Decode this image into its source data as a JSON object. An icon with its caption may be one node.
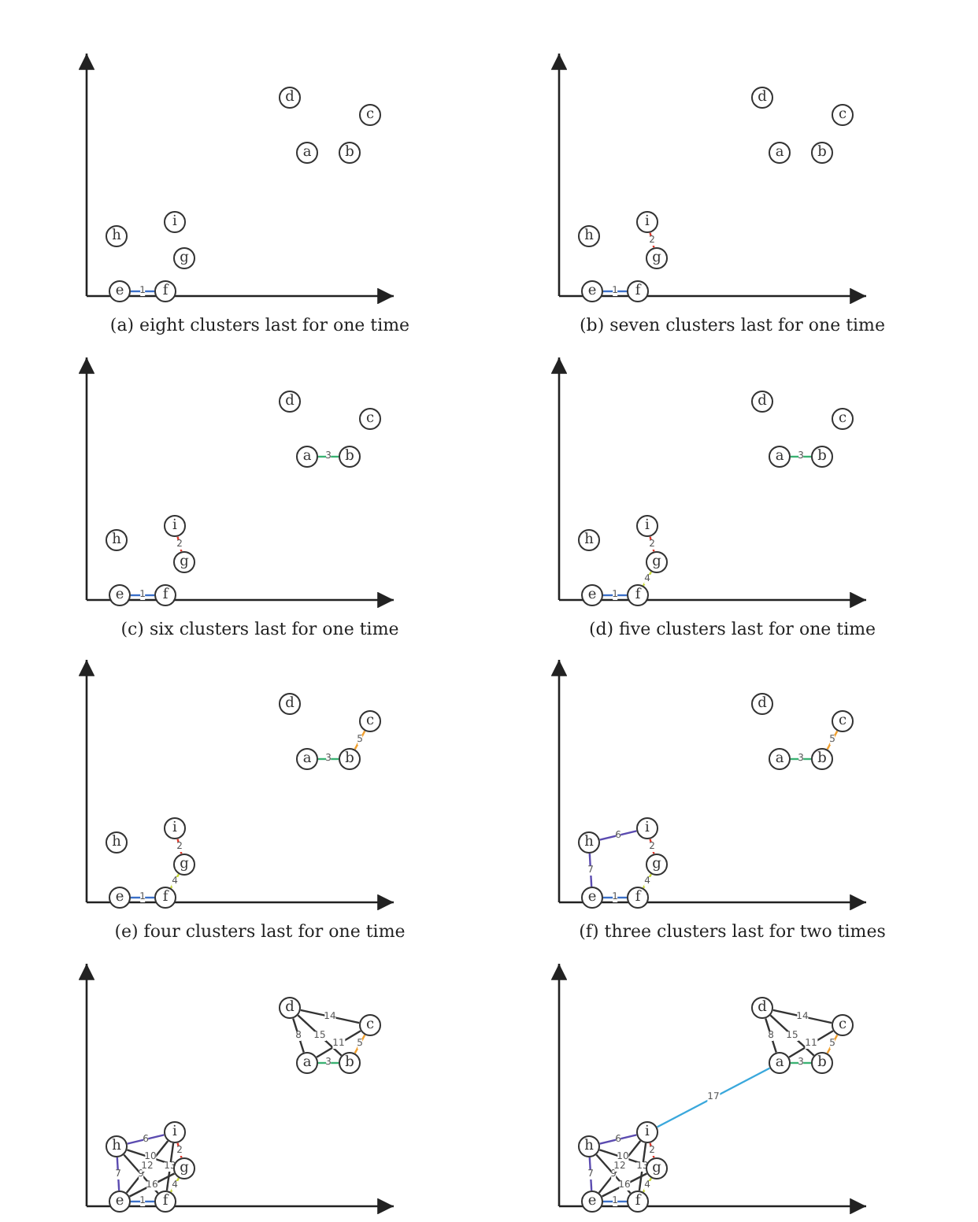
{
  "diagram": {
    "nodes": [
      {
        "text": [
          "d"
        ]
      },
      {
        "text": [
          "c"
        ]
      },
      {
        "text": [
          "a"
        ]
      },
      {
        "text": [
          "b"
        ]
      },
      {
        "text": [
          "i"
        ]
      },
      {
        "text": [
          "h"
        ]
      },
      {
        "text": [
          "g"
        ]
      },
      {
        "text": [
          "e"
        ]
      },
      {
        "text": [
          "f"
        ]
      },
      {
        "text": [
          "d"
        ]
      },
      {
        "text": [
          "c"
        ]
      },
      {
        "text": [
          "a"
        ]
      },
      {
        "text": [
          "b"
        ]
      },
      {
        "text": [
          "i"
        ]
      },
      {
        "text": [
          "h"
        ]
      },
      {
        "text": [
          "g"
        ]
      },
      {
        "text": [
          "e"
        ]
      },
      {
        "text": [
          "f"
        ]
      },
      {
        "text": [
          "d"
        ]
      },
      {
        "text": [
          "c"
        ]
      },
      {
        "text": [
          "a"
        ]
      },
      {
        "text": [
          "b"
        ]
      },
      {
        "text": [
          "i"
        ]
      },
      {
        "text": [
          "h"
        ]
      },
      {
        "text": [
          "g"
        ]
      },
      {
        "text": [
          "e"
        ]
      },
      {
        "text": [
          "f"
        ]
      },
      {
        "text": [
          "d"
        ]
      },
      {
        "text": [
          "c"
        ]
      },
      {
        "text": [
          "a"
        ]
      },
      {
        "text": [
          "b"
        ]
      },
      {
        "text": [
          "i"
        ]
      },
      {
        "text": [
          "h"
        ]
      },
      {
        "text": [
          "g"
        ]
      },
      {
        "text": [
          "e"
        ]
      },
      {
        "text": [
          "f"
        ]
      },
      {
        "text": [
          "d"
        ]
      },
      {
        "text": [
          "c"
        ]
      },
      {
        "text": [
          "a"
        ]
      },
      {
        "text": [
          "b"
        ]
      },
      {
        "text": [
          "i"
        ]
      },
      {
        "text": [
          "h"
        ]
      },
      {
        "text": [
          "g"
        ]
      },
      {
        "text": [
          "e"
        ]
      },
      {
        "text": [
          "f"
        ]
      },
      {
        "text": [
          "d"
        ]
      },
      {
        "text": [
          "c"
        ]
      },
      {
        "text": [
          "a"
        ]
      },
      {
        "text": [
          "b"
        ]
      },
      {
        "text": [
          "i"
        ]
      },
      {
        "text": [
          "h"
        ]
      },
      {
        "text": [
          "g"
        ]
      },
      {
        "text": [
          "e"
        ]
      },
      {
        "text": [
          "f"
        ]
      },
      {
        "text": [
          "d"
        ]
      },
      {
        "text": [
          "c"
        ]
      },
      {
        "text": [
          "a"
        ]
      },
      {
        "text": [
          "b"
        ]
      },
      {
        "text": [
          "i"
        ]
      },
      {
        "text": [
          "h"
        ]
      },
      {
        "text": [
          "g"
        ]
      },
      {
        "text": [
          "e"
        ]
      },
      {
        "text": [
          "f"
        ]
      },
      {
        "text": [
          "d"
        ]
      },
      {
        "text": [
          "c"
        ]
      },
      {
        "text": [
          "a"
        ]
      },
      {
        "text": [
          "b"
        ]
      },
      {
        "text": [
          "i"
        ]
      },
      {
        "text": [
          "h"
        ]
      },
      {
        "text": [
          "g"
        ]
      },
      {
        "text": [
          "e"
        ]
      },
      {
        "text": [
          "f"
        ]
      }
    ],
    "edges": [
      {
        "from": 7,
        "to": 8,
        "arrow": "none",
        "label": "1",
        "color": "#3a6fc8"
      },
      {
        "from": 16,
        "to": 17,
        "arrow": "none",
        "label": "1",
        "color": "#3a6fc8"
      },
      {
        "from": 13,
        "to": 15,
        "arrow": "none",
        "label": "2",
        "color": "#e23b2e"
      },
      {
        "from": 25,
        "to": 26,
        "arrow": "none",
        "label": "1",
        "color": "#3a6fc8"
      },
      {
        "from": 22,
        "to": 24,
        "arrow": "none",
        "label": "2",
        "color": "#e23b2e"
      },
      {
        "from": 20,
        "to": 21,
        "arrow": "none",
        "label": "3",
        "color": "#3bb273"
      },
      {
        "from": 34,
        "to": 35,
        "arrow": "none",
        "label": "1",
        "color": "#3a6fc8"
      },
      {
        "from": 31,
        "to": 33,
        "arrow": "none",
        "label": "2",
        "color": "#e23b2e"
      },
      {
        "from": 29,
        "to": 30,
        "arrow": "none",
        "label": "3",
        "color": "#3bb273"
      },
      {
        "from": 35,
        "to": 33,
        "arrow": "none",
        "label": "4",
        "color": "#c8d83a"
      },
      {
        "from": 43,
        "to": 44,
        "arrow": "none",
        "label": "1",
        "color": "#3a6fc8"
      },
      {
        "from": 40,
        "to": 42,
        "arrow": "none",
        "label": "2",
        "color": "#e23b2e"
      },
      {
        "from": 38,
        "to": 39,
        "arrow": "none",
        "label": "3",
        "color": "#3bb273"
      },
      {
        "from": 44,
        "to": 42,
        "arrow": "none",
        "label": "4",
        "color": "#c8d83a"
      },
      {
        "from": 39,
        "to": 37,
        "arrow": "none",
        "label": "5",
        "color": "#f0a030"
      },
      {
        "from": 52,
        "to": 53,
        "arrow": "none",
        "label": "1",
        "color": "#3a6fc8"
      },
      {
        "from": 49,
        "to": 51,
        "arrow": "none",
        "label": "2",
        "color": "#e23b2e"
      },
      {
        "from": 47,
        "to": 48,
        "arrow": "none",
        "label": "3",
        "color": "#3bb273"
      },
      {
        "from": 53,
        "to": 51,
        "arrow": "none",
        "label": "4",
        "color": "#c8d83a"
      },
      {
        "from": 48,
        "to": 46,
        "arrow": "none",
        "label": "5",
        "color": "#f0a030"
      },
      {
        "from": 50,
        "to": 49,
        "arrow": "none",
        "label": "6",
        "color": "#5b4bb0"
      },
      {
        "from": 50,
        "to": 52,
        "arrow": "none",
        "label": "7",
        "color": "#5b4bb0"
      },
      {
        "from": 61,
        "to": 62,
        "arrow": "none",
        "label": "1",
        "color": "#3a6fc8"
      },
      {
        "from": 58,
        "to": 60,
        "arrow": "none",
        "label": "2",
        "color": "#e23b2e"
      },
      {
        "from": 56,
        "to": 57,
        "arrow": "none",
        "label": "3",
        "color": "#3bb273"
      },
      {
        "from": 62,
        "to": 60,
        "arrow": "none",
        "label": "4",
        "color": "#c8d83a"
      },
      {
        "from": 57,
        "to": 55,
        "arrow": "none",
        "label": "5",
        "color": "#f0a030"
      },
      {
        "from": 59,
        "to": 58,
        "arrow": "none",
        "label": "6",
        "color": "#5b4bb0"
      },
      {
        "from": 59,
        "to": 61,
        "arrow": "none",
        "label": "7",
        "color": "#5b4bb0"
      },
      {
        "from": 54,
        "to": 56,
        "arrow": "none",
        "label": "8"
      },
      {
        "from": 59,
        "to": 62,
        "arrow": "none",
        "label": "9"
      },
      {
        "from": 59,
        "to": 60,
        "arrow": "none",
        "label": "10"
      },
      {
        "from": 56,
        "to": 55,
        "arrow": "none",
        "label": "11"
      },
      {
        "from": 58,
        "to": 61,
        "arrow": "none",
        "label": "12"
      },
      {
        "from": 58,
        "to": 62,
        "arrow": "none",
        "label": "13"
      },
      {
        "from": 54,
        "to": 55,
        "arrow": "none",
        "label": "14"
      },
      {
        "from": 54,
        "to": 57,
        "arrow": "none",
        "label": "15"
      },
      {
        "from": 61,
        "to": 60,
        "arrow": "none",
        "label": "16"
      },
      {
        "from": 70,
        "to": 71,
        "arrow": "none",
        "label": "1",
        "color": "#3a6fc8"
      },
      {
        "from": 67,
        "to": 69,
        "arrow": "none",
        "label": "2",
        "color": "#e23b2e"
      },
      {
        "from": 65,
        "to": 66,
        "arrow": "none",
        "label": "3",
        "color": "#3bb273"
      },
      {
        "from": 71,
        "to": 69,
        "arrow": "none",
        "label": "4",
        "color": "#c8d83a"
      },
      {
        "from": 66,
        "to": 64,
        "arrow": "none",
        "label": "5",
        "color": "#f0a030"
      },
      {
        "from": 68,
        "to": 67,
        "arrow": "none",
        "label": "6",
        "color": "#5b4bb0"
      },
      {
        "from": 68,
        "to": 70,
        "arrow": "none",
        "label": "7",
        "color": "#5b4bb0"
      },
      {
        "from": 63,
        "to": 65,
        "arrow": "none",
        "label": "8"
      },
      {
        "from": 68,
        "to": 71,
        "arrow": "none",
        "label": "9"
      },
      {
        "from": 68,
        "to": 69,
        "arrow": "none",
        "label": "10"
      },
      {
        "from": 65,
        "to": 64,
        "arrow": "none",
        "label": "11"
      },
      {
        "from": 67,
        "to": 70,
        "arrow": "none",
        "label": "12"
      },
      {
        "from": 67,
        "to": 71,
        "arrow": "none",
        "label": "13"
      },
      {
        "from": 63,
        "to": 64,
        "arrow": "none",
        "label": "14"
      },
      {
        "from": 63,
        "to": 66,
        "arrow": "none",
        "label": "15"
      },
      {
        "from": 70,
        "to": 69,
        "arrow": "none",
        "label": "16"
      },
      {
        "from": 65,
        "to": 67,
        "arrow": "none",
        "label": "17",
        "color": "#3aa8dc"
      }
    ],
    "labels": [
      "(a) eight clusters last for one time",
      "(b) seven clusters last for one time",
      "(c) six clusters last for one time",
      "(d) five clusters last for one time",
      "(e) four clusters last for one time",
      "(f) three clusters last for two times"
    ]
  }
}
